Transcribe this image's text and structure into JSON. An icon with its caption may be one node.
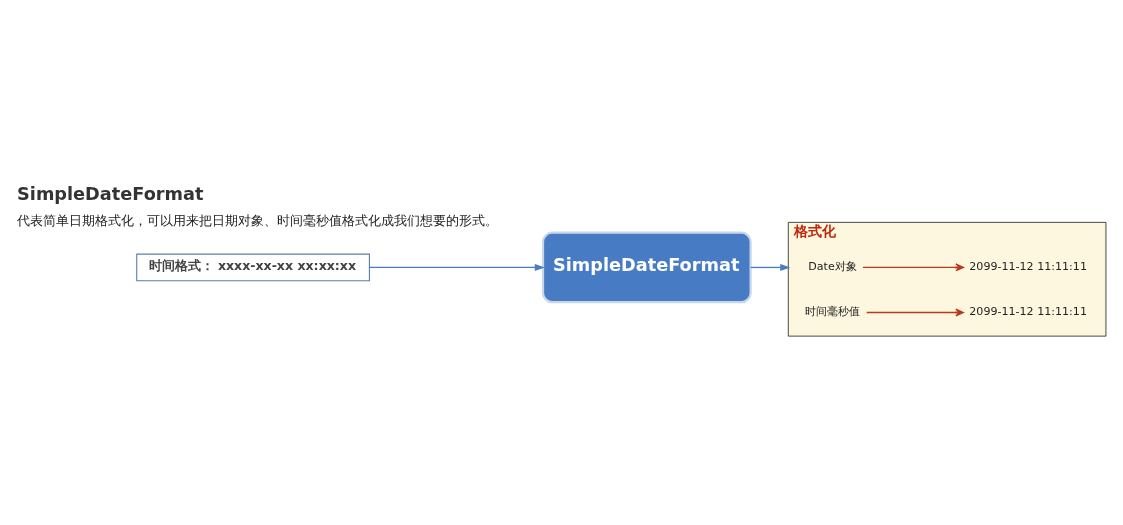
{
  "diagram": {
    "title": "SimpleDateFormat",
    "nodes": [
      {
        "text": [
          "时间格式： xxxx-xx-xx xx:xx:xx"
        ]
      },
      {
        "text": [
          "SimpleDateFormat"
        ]
      },
      {
        "text": [
          "格式化"
        ]
      },
      {
        "text": [
          "Date对象"
        ],
        "in": 2
      },
      {
        "text": [
          "2099-11-12 11:11:11"
        ],
        "in": 2
      },
      {
        "text": [
          "时间毫秒值"
        ],
        "in": 2
      },
      {
        "text": [
          "2099-11-12 11:11:11"
        ],
        "in": 2
      }
    ],
    "edges": [
      {
        "from": 0,
        "to": 1,
        "arrow": "to",
        "color": "#4a7cc4"
      },
      {
        "from": 1,
        "to": 2,
        "arrow": "to",
        "color": "#4a7cc4"
      },
      {
        "from": 3,
        "to": 4,
        "arrow": "to",
        "color": "#b83a1e"
      },
      {
        "from": 5,
        "to": 6,
        "arrow": "to",
        "color": "#b83a1e"
      }
    ],
    "labels": [
      "代表简单日期格式化，可以用来把日期对象、时间毫秒值格式化成我们想要的形式。"
    ]
  }
}
